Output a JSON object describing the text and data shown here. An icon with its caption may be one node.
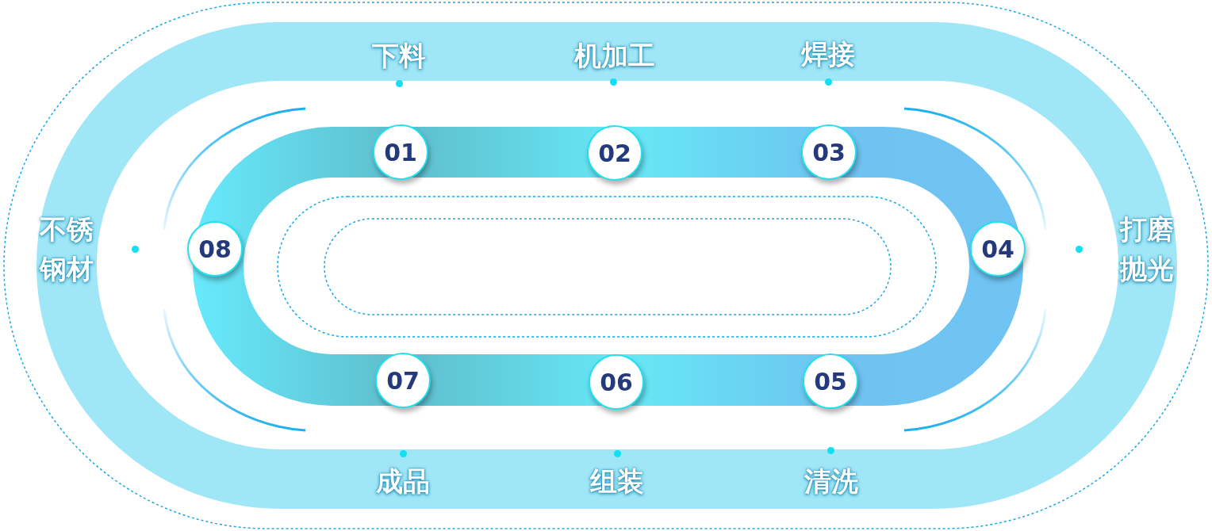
{
  "diagram": {
    "nodes": [
      {
        "text": [
          "01"
        ],
        "beside": [
          "下料"
        ]
      },
      {
        "text": [
          "02"
        ],
        "beside": [
          "机加工"
        ]
      },
      {
        "text": [
          "03"
        ],
        "beside": [
          "焊接"
        ]
      },
      {
        "text": [
          "04"
        ],
        "beside": [
          "打磨抛光"
        ]
      },
      {
        "text": [
          "05"
        ],
        "beside": [
          "清洗"
        ]
      },
      {
        "text": [
          "06"
        ],
        "beside": [
          "组装"
        ]
      },
      {
        "text": [
          "07"
        ],
        "beside": [
          "成品"
        ]
      },
      {
        "text": [
          "08"
        ],
        "beside": [
          "不锈钢材"
        ]
      }
    ]
  }
}
